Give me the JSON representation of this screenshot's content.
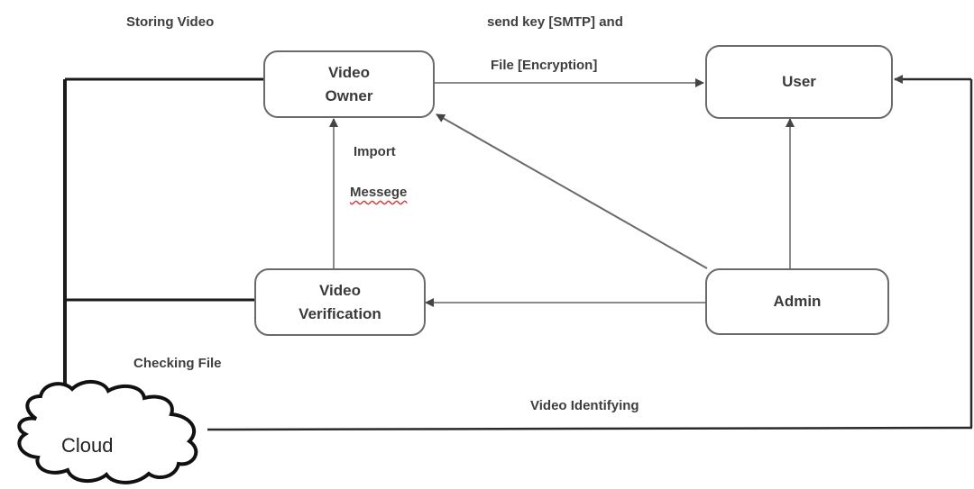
{
  "nodes": {
    "video_owner": [
      "Video",
      "Owner"
    ],
    "user": "User",
    "video_verification": [
      "Video",
      "Verification"
    ],
    "admin": "Admin",
    "cloud": "Cloud"
  },
  "labels": {
    "storing_video": "Storing Video",
    "send_key_line1": "send key [SMTP] and",
    "send_key_line2": "File [Encryption]",
    "import": "Import",
    "message": "Messege",
    "checking_file": "Checking File",
    "video_identifying": "Video Identifying"
  },
  "colors": {
    "line": "#1a1a1a",
    "arrow": "#7a7a7a",
    "box_border": "#6a6a6a"
  }
}
